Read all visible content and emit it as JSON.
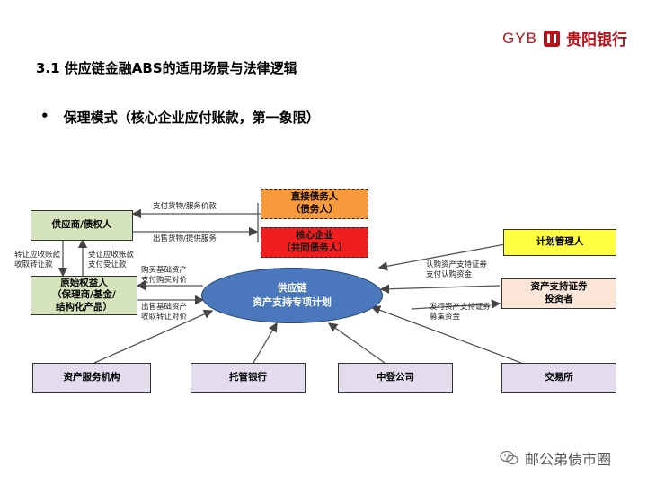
{
  "header": {
    "logo_text": "GYB",
    "logo_name": "贵阳银行",
    "brand_color": "#b5121b"
  },
  "title": "3.1 供应链金融ABS的适用场景与法律逻辑",
  "bullet": {
    "marker": "•",
    "text": "保理模式（核心企业应付账款，第一象限）"
  },
  "diagram": {
    "nodes": {
      "supplier": "供应商/债权人",
      "direct_debtor": "直接债务人\n（债务人）",
      "core_enterprise": "核心企业\n（共同债务人）",
      "original_owner": "原始权益人\n（保理商/基金/\n结构化产品）",
      "spv_line1": "供应链",
      "spv_line2": "资产支持专项计划",
      "plan_manager": "计划管理人",
      "investor": "资产支持证券\n投资者",
      "servicer": "资产服务机构",
      "custodian": "托管银行",
      "csdc": "中登公司",
      "exchange": "交易所"
    },
    "edges": {
      "pay_goods": "支付货物/服务价款",
      "sell_goods": "出售货物/提供服务",
      "transfer_receivable": "转让应收账款\n收取转让款",
      "accept_receivable": "受让应收账款\n支付受让款",
      "buy_assets": "购买基础资产\n支付购买对价",
      "sell_assets": "出售基础资产\n收取转让对价",
      "subscribe": "认购资产支持证券\n支付认购资金",
      "issue": "发行资产支持证券\n募集资金"
    },
    "colors": {
      "green": "#d6e4bd",
      "lavender": "#e2dcec",
      "orange": "#f79a3b",
      "red": "#ef1f1f",
      "yellow": "#ffff40",
      "peach": "#fbe6d7",
      "ellipse": "#4b78bd"
    }
  },
  "watermark": {
    "icon": "wechat-icon",
    "text": "邮公弟债市圈"
  }
}
